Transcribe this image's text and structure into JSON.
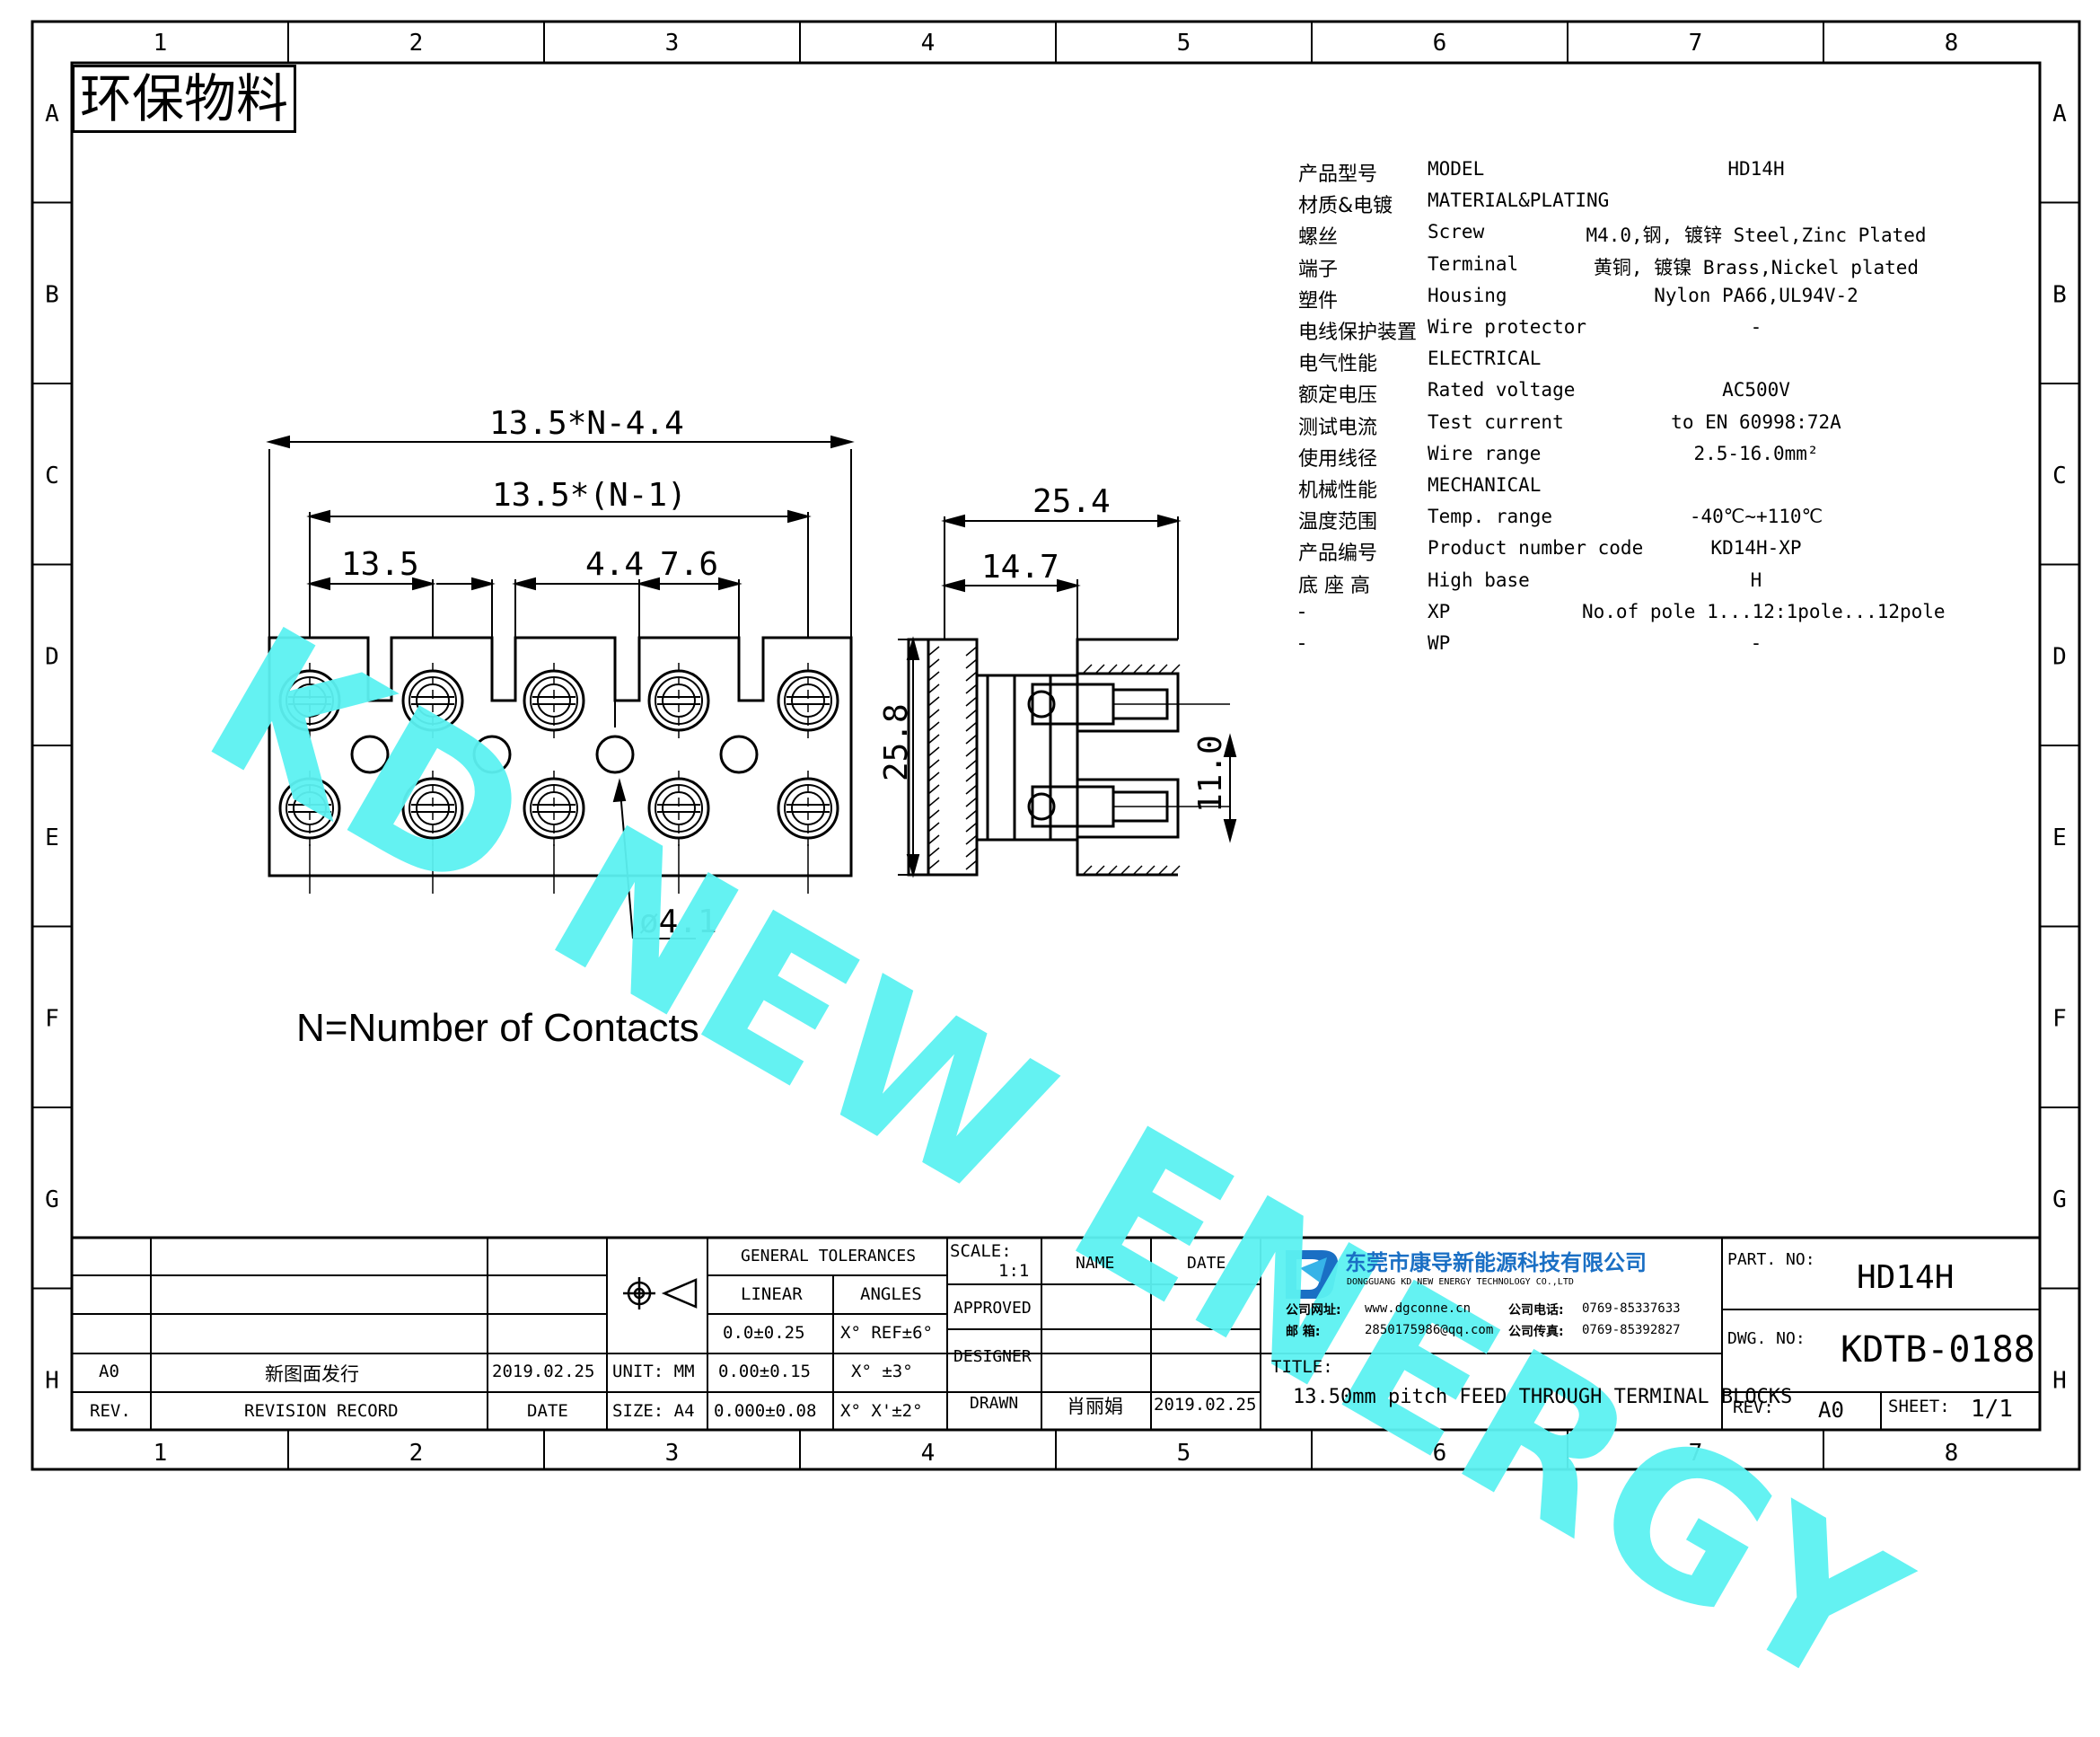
{
  "stamp": "环保物料",
  "watermark": "KD NEW ENERGY",
  "grid": {
    "columns": [
      "1",
      "2",
      "3",
      "4",
      "5",
      "6",
      "7",
      "8"
    ],
    "rows": [
      "A",
      "B",
      "C",
      "D",
      "E",
      "F",
      "G",
      "H"
    ]
  },
  "dimensions": {
    "overall": "13.5*N-4.4",
    "span": "13.5*(N-1)",
    "pitch": "13.5",
    "gap": "4.4",
    "width": "7.6",
    "depth": "25.4",
    "inner_depth": "14.7",
    "height": "25.8",
    "screw_spacing": "11.0",
    "hole": "ø4.1"
  },
  "note": "N=Number of Contacts",
  "specs": [
    {
      "cn": "产品型号",
      "en": "MODEL",
      "value": "HD14H"
    },
    {
      "cn": "材质&电镀",
      "en": "MATERIAL&PLATING",
      "value": ""
    },
    {
      "cn": "螺丝",
      "en": "Screw",
      "value": "M4.0,钢, 镀锌 Steel,Zinc Plated"
    },
    {
      "cn": "端子",
      "en": "Terminal",
      "value": "黄铜, 镀镍 Brass,Nickel plated"
    },
    {
      "cn": "塑件",
      "en": "Housing",
      "value": "Nylon PA66,UL94V-2"
    },
    {
      "cn": "电线保护装置",
      "en": "Wire protector",
      "value": "-"
    },
    {
      "cn": "电气性能",
      "en": "ELECTRICAL",
      "value": ""
    },
    {
      "cn": "额定电压",
      "en": "Rated voltage",
      "value": "AC500V"
    },
    {
      "cn": "测试电流",
      "en": "Test current",
      "value": "to EN 60998:72A"
    },
    {
      "cn": "使用线径",
      "en": "Wire range",
      "value": "2.5-16.0mm²"
    },
    {
      "cn": "机械性能",
      "en": "MECHANICAL",
      "value": ""
    },
    {
      "cn": "温度范围",
      "en": "Temp. range",
      "value": "-40℃~+110℃"
    },
    {
      "cn": "产品编号",
      "en": "Product number code",
      "value": "KD14H-XP"
    },
    {
      "cn": "底 座 高",
      "en": "High base",
      "value": "H"
    },
    {
      "cn": "-",
      "en": "XP",
      "value": "No.of pole 1...12:1pole...12pole"
    },
    {
      "cn": "-",
      "en": "WP",
      "value": "-"
    }
  ],
  "title_block": {
    "rev_a0": "A0",
    "rev_desc": "新图面发行",
    "rev_date": "2019.02.25",
    "rev_label": "REV.",
    "revision_record": "REVISION RECORD",
    "date_label": "DATE",
    "unit": "UNIT: MM",
    "size": "SIZE: A4",
    "general_tolerances": "GENERAL TOLERANCES",
    "linear": "LINEAR",
    "angles": "ANGLES",
    "tol_linear": [
      "0.0±0.25",
      "0.00±0.15",
      "0.000±0.08"
    ],
    "tol_angles": [
      "X° REF±6°",
      "X° ±3°",
      "X° X'±2°"
    ],
    "scale_label": "SCALE:",
    "scale": "1:1",
    "name_label": "NAME",
    "date_col": "DATE",
    "approved": "APPROVED",
    "designer": "DESIGNER",
    "drawn": "DRAWN",
    "drawn_name": "肖丽娟",
    "drawn_date": "2019.02.25",
    "company_cn": "东莞市康导新能源科技有限公司",
    "company_en": "DONGGUANG KD NEW ENERGY TECHNOLOGY CO.,LTD",
    "website_label": "公司网址:",
    "website": "www.dgconne.cn",
    "phone_label": "公司电话:",
    "phone": "0769-85337633",
    "email_label": "邮    箱:",
    "email": "2850175986@qq.com",
    "fax_label": "公司传真:",
    "fax": "0769-85392827",
    "title_label": "TITLE:",
    "title": "13.50mm pitch FEED THROUGH TERMINAL BLOCKS",
    "part_no_label": "PART. NO:",
    "part_no": "HD14H",
    "dwg_no_label": "DWG. NO:",
    "dwg_no": "KDTB-0188",
    "rev_field_label": "REV:",
    "rev_field": "A0",
    "sheet_label": "SHEET:",
    "sheet": "1/1"
  },
  "colors": {
    "watermark": "#5cf2f2",
    "logo": "#1a6fc4"
  }
}
